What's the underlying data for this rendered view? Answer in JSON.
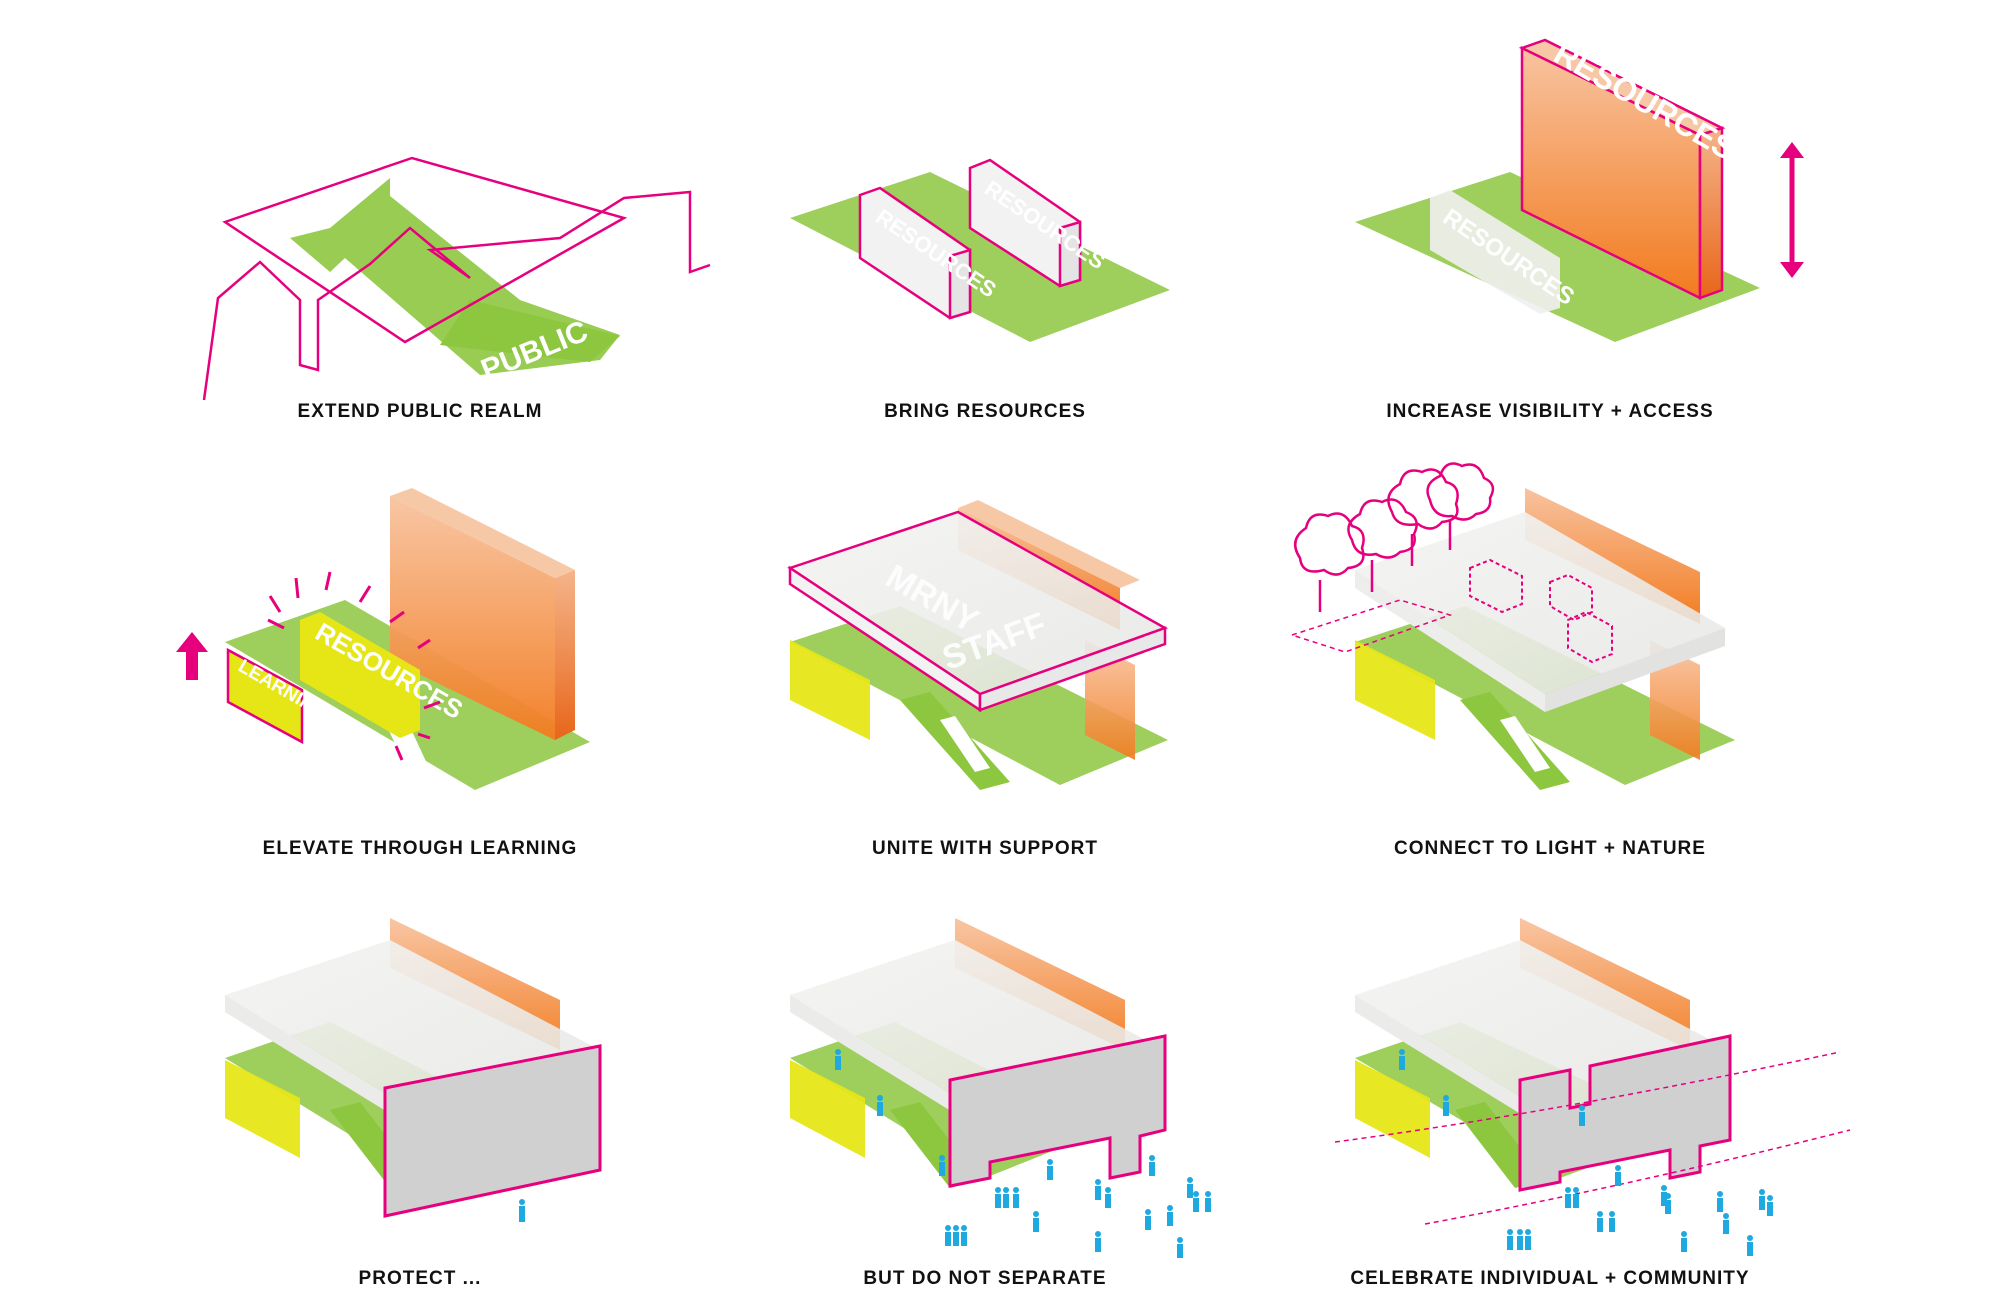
{
  "colors": {
    "magenta": "#e6007e",
    "green": "#8dc63f",
    "orange": "#f7941d",
    "yellow": "#e6e617",
    "people": "#1fa9e1",
    "gray": "#d0d0d0",
    "frost": "#f0f0ee"
  },
  "panels": [
    {
      "caption": "EXTEND PUBLIC REALM",
      "labels": [
        "PUBLIC"
      ]
    },
    {
      "caption": "BRING RESOURCES",
      "labels": [
        "RESOURCES",
        "RESOURCES"
      ]
    },
    {
      "caption": "INCREASE VISIBILITY + ACCESS",
      "labels": [
        "RESOURCES",
        "RESOURCES"
      ]
    },
    {
      "caption": "ELEVATE THROUGH LEARNING",
      "labels": [
        "RESOURCES",
        "LEARNING"
      ]
    },
    {
      "caption": "UNITE WITH SUPPORT",
      "labels": [
        "MRNY",
        "STAFF"
      ]
    },
    {
      "caption": "CONNECT TO LIGHT + NATURE",
      "labels": []
    },
    {
      "caption": "PROTECT ...",
      "labels": []
    },
    {
      "caption": "BUT DO NOT SEPARATE",
      "labels": []
    },
    {
      "caption": "CELEBRATE INDIVIDUAL + COMMUNITY",
      "labels": []
    }
  ]
}
